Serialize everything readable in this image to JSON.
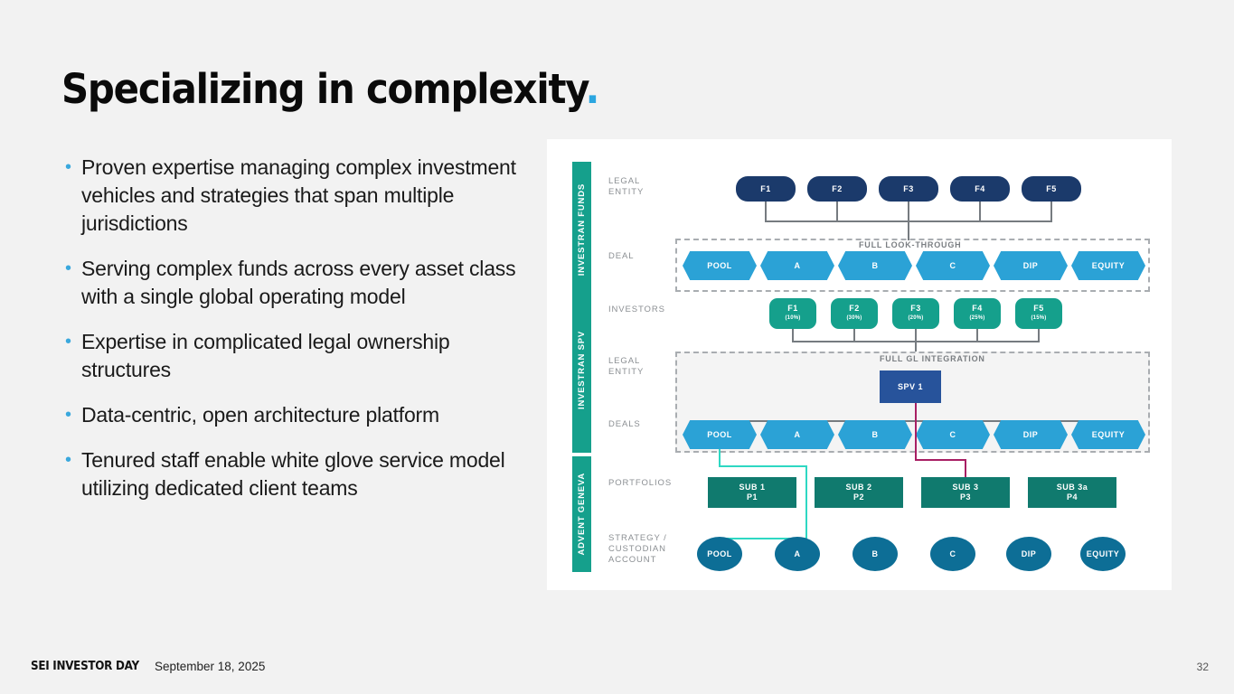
{
  "slide": {
    "title": "Specializing in complexity",
    "title_dot": "."
  },
  "bullets": [
    {
      "dot": "•",
      "text": "Proven expertise managing complex investment vehicles and strategies that span multiple jurisdictions"
    },
    {
      "dot": "•",
      "text": "Serving complex funds across every asset class with a single global operating model"
    },
    {
      "dot": "•",
      "text": "Expertise in complicated legal ownership structures"
    },
    {
      "dot": "•",
      "text": "Data-centric, open architecture platform"
    },
    {
      "dot": "•",
      "text": "Tenured staff enable white glove service model utilizing dedicated client teams"
    }
  ],
  "footer": {
    "brand": "SEI INVESTOR DAY",
    "date": "September 18, 2025",
    "page": "32"
  },
  "colors": {
    "accent_blue": "#2ba6e0",
    "lane_teal": "#15a08c",
    "navy_pill": "#1b3a6b",
    "hex_blue": "#2ba2d6",
    "spv_navy": "#27539b",
    "portfolio_teal": "#107a6e",
    "account_blue": "#0d6e96",
    "connector_grey": "#767b80",
    "connector_cyan": "#2ed8c3",
    "connector_magenta": "#a81f64",
    "background": "#f2f2f2",
    "panel": "#ffffff"
  },
  "diagram": {
    "lanes": [
      {
        "label": "INVESTRAN FUNDS"
      },
      {
        "label": "INVESTRAN SPV"
      },
      {
        "label": "ADVENT GENEVA"
      }
    ],
    "row_labels": [
      {
        "label": "LEGAL\nENTITY"
      },
      {
        "label": "DEAL"
      },
      {
        "label": "INVESTORS"
      },
      {
        "label": "LEGAL\nENTITY"
      },
      {
        "label": "DEALS"
      },
      {
        "label": "PORTFOLIOS"
      },
      {
        "label": "STRATEGY /\nCUSTODIAN\nACCOUNT"
      }
    ],
    "region_labels": [
      {
        "label": "FULL LOOK-THROUGH"
      },
      {
        "label": "FULL GL  INTEGRATION"
      }
    ],
    "legal_entity_funds": [
      {
        "label": "F1"
      },
      {
        "label": "F2"
      },
      {
        "label": "F3"
      },
      {
        "label": "F4"
      },
      {
        "label": "F5"
      }
    ],
    "deal_row": [
      {
        "label": "POOL"
      },
      {
        "label": "A"
      },
      {
        "label": "B"
      },
      {
        "label": "C"
      },
      {
        "label": "DIP"
      },
      {
        "label": "EQUITY"
      }
    ],
    "investors": [
      {
        "label": "F1",
        "pct": "(10%)"
      },
      {
        "label": "F2",
        "pct": "(30%)"
      },
      {
        "label": "F3",
        "pct": "(20%)"
      },
      {
        "label": "F4",
        "pct": "(25%)"
      },
      {
        "label": "F5",
        "pct": "(15%)"
      }
    ],
    "spv": {
      "label": "SPV 1"
    },
    "deals_row": [
      {
        "label": "POOL"
      },
      {
        "label": "A"
      },
      {
        "label": "B"
      },
      {
        "label": "C"
      },
      {
        "label": "DIP"
      },
      {
        "label": "EQUITY"
      }
    ],
    "portfolios": [
      {
        "line1": "SUB 1",
        "line2": "P1"
      },
      {
        "line1": "SUB 2",
        "line2": "P2"
      },
      {
        "line1": "SUB 3",
        "line2": "P3"
      },
      {
        "line1": "SUB 3a",
        "line2": "P4"
      }
    ],
    "accounts": [
      {
        "label": "POOL"
      },
      {
        "label": "A"
      },
      {
        "label": "B"
      },
      {
        "label": "C"
      },
      {
        "label": "DIP"
      },
      {
        "label": "EQUITY"
      }
    ]
  }
}
